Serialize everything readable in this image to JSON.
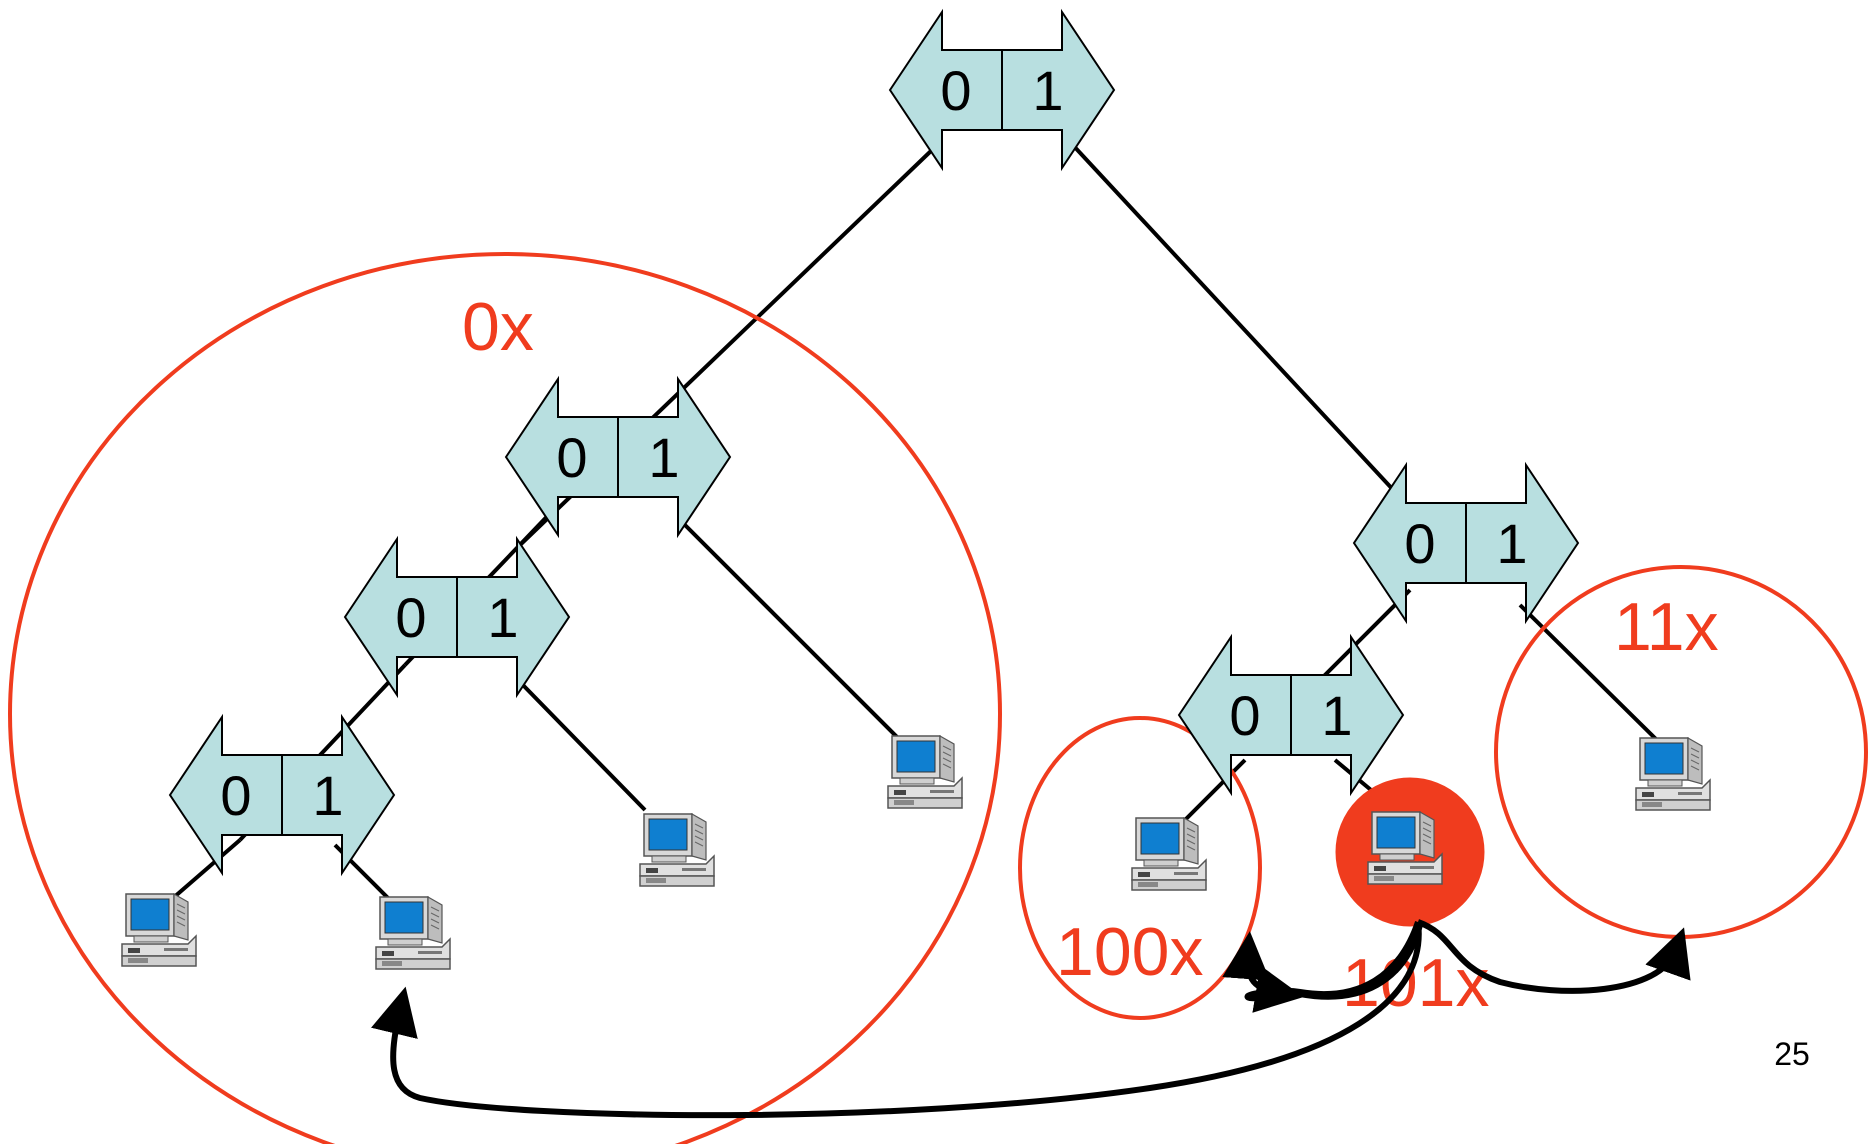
{
  "colors": {
    "accent": "#f03c1e",
    "node_fill": "#b8dfe0",
    "edge": "#000000",
    "highlight_fill": "#f03c1e"
  },
  "trie": {
    "bit_left": "0",
    "bit_right": "1"
  },
  "regions": {
    "r0x": "0x",
    "r100x": "100x",
    "r101x": "101x",
    "r11x": "11x"
  },
  "page_number": "25",
  "icons": {
    "node": "double-arrow-switch-icon",
    "host": "desktop-computer-icon"
  }
}
